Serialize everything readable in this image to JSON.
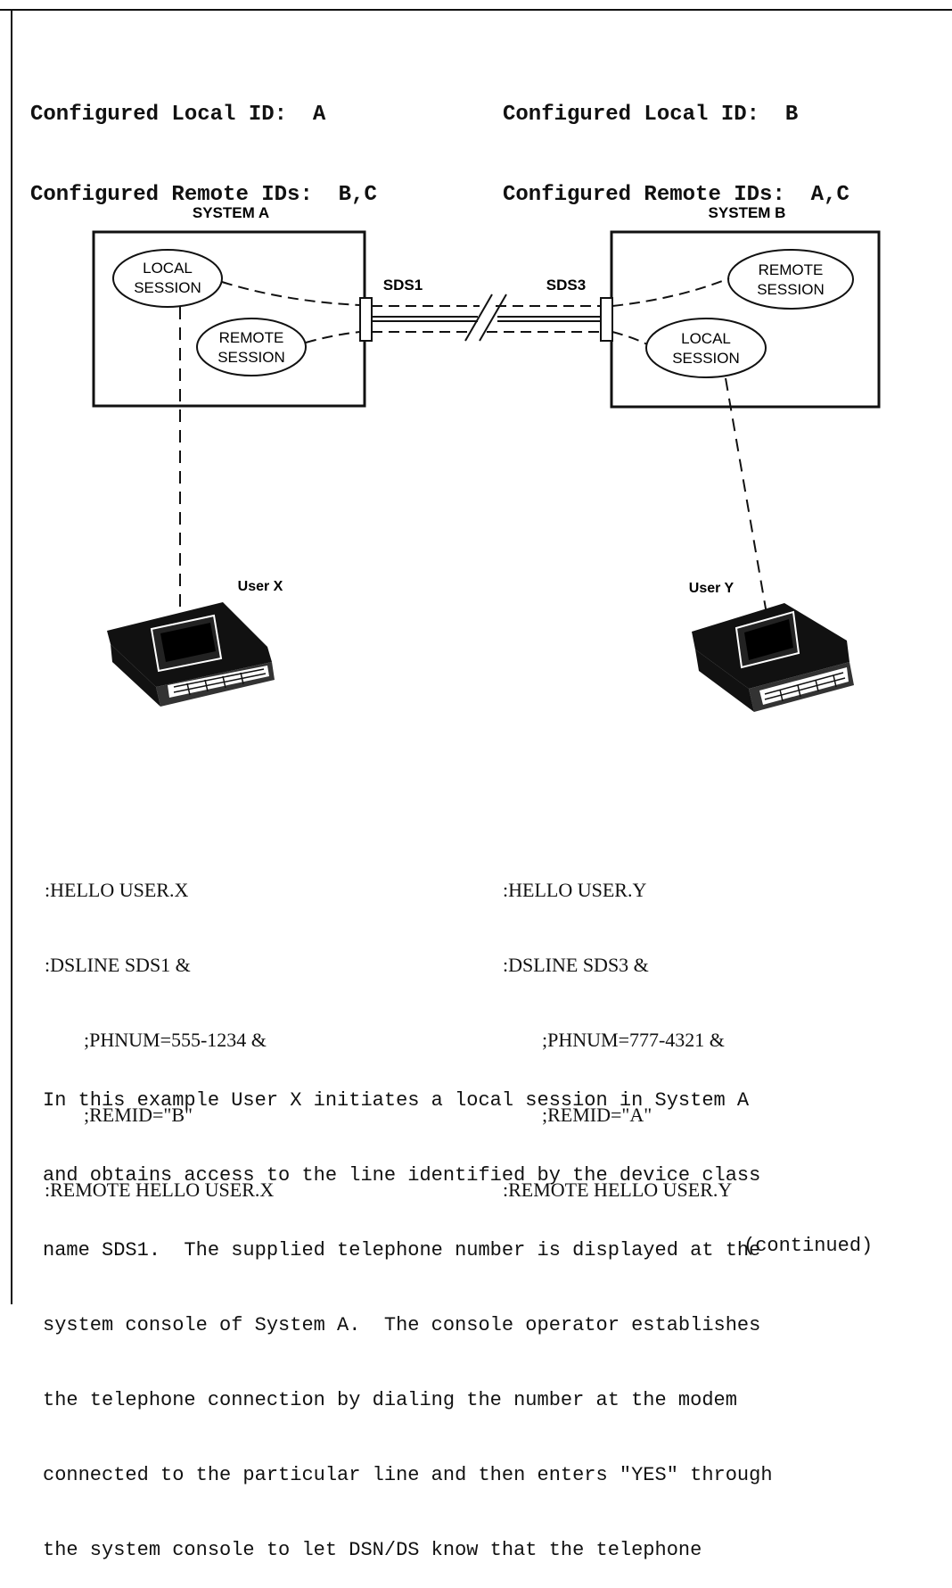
{
  "config": {
    "system_a": {
      "local_id": "Configured Local ID:  A",
      "remote_ids": "Configured Remote IDs:  B,C"
    },
    "system_b": {
      "local_id": "Configured Local ID:  B",
      "remote_ids": "Configured Remote IDs:  A,C"
    }
  },
  "diagram": {
    "system_a": {
      "title": "SYSTEM A",
      "local_session": [
        "LOCAL",
        "SESSION"
      ],
      "remote_session": [
        "REMOTE",
        "SESSION"
      ]
    },
    "system_b": {
      "title": "SYSTEM B",
      "local_session": [
        "LOCAL",
        "SESSION"
      ],
      "remote_session": [
        "REMOTE",
        "SESSION"
      ]
    },
    "port_left": "SDS1",
    "port_right": "SDS3",
    "user_x": "User X",
    "user_y": "User Y"
  },
  "commands": {
    "left": [
      ":HELLO USER.X",
      ":DSLINE SDS1 &",
      "        ;PHNUM=555-1234 &",
      "        ;REMID=\"B\"",
      ":REMOTE HELLO USER.X"
    ],
    "right": [
      ":HELLO USER.Y",
      ":DSLINE SDS3 &",
      "        ;PHNUM=777-4321 &",
      "        ;REMID=\"A\"",
      ":REMOTE HELLO USER.Y"
    ]
  },
  "description": [
    "In this example User X initiates a local session in System A",
    "and obtains access to the line identified by the device class",
    "name SDS1.  The supplied telephone number is displayed at the",
    "system console of System A.  The console operator establishes",
    "the telephone connection by dialing the number at the modem",
    "connected to the particular line and then enters \"YES\" through",
    "the system console to let DSN/DS know that the telephone"
  ],
  "continued": "(continued)"
}
